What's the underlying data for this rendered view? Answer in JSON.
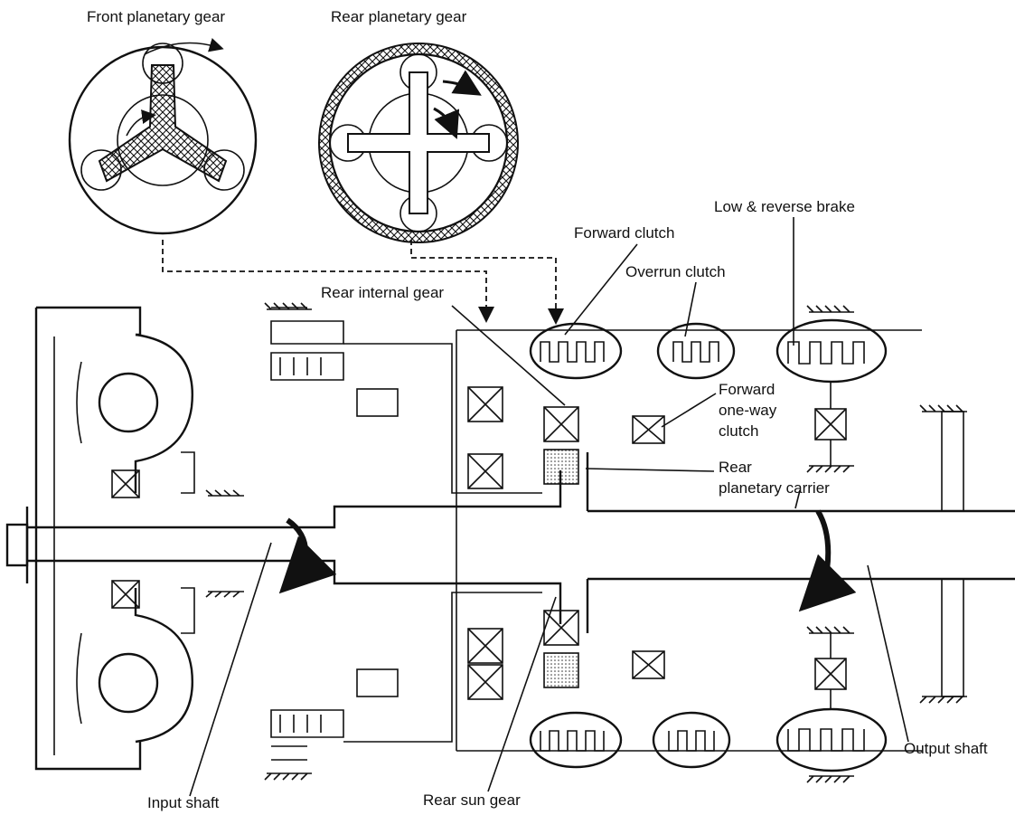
{
  "labels": {
    "front_planetary_gear": "Front planetary gear",
    "rear_planetary_gear": "Rear planetary gear",
    "low_reverse_brake": "Low & reverse brake",
    "forward_clutch": "Forward clutch",
    "overrun_clutch": "Overrun clutch",
    "rear_internal_gear": "Rear internal gear",
    "forward_one_way_clutch": [
      "Forward",
      "one-way",
      "clutch"
    ],
    "rear_planetary_carrier": [
      "Rear",
      "planetary carrier"
    ],
    "input_shaft": "Input shaft",
    "rear_sun_gear": "Rear sun gear",
    "output_shaft": "Output shaft"
  },
  "colors": {
    "ink": "#111111",
    "background": "#ffffff"
  }
}
